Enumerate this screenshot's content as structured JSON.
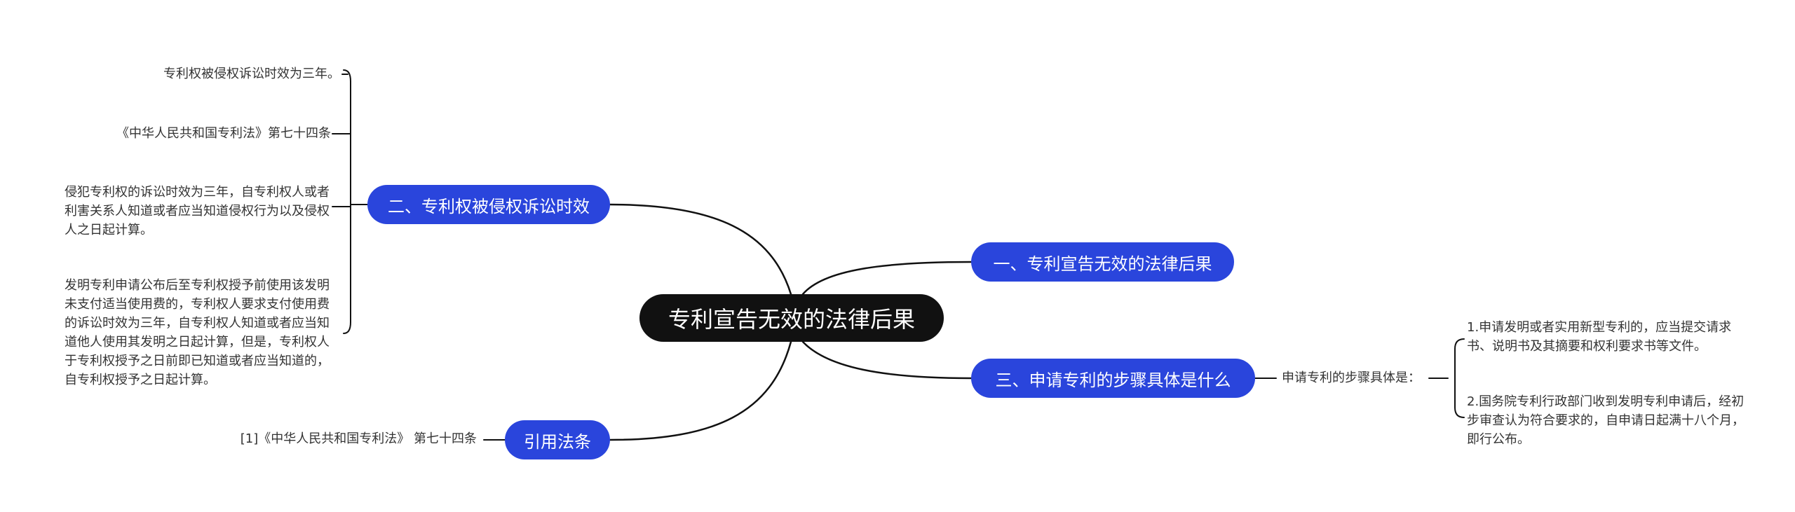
{
  "root": {
    "label": "专利宣告无效的法律后果"
  },
  "branches": {
    "b1": {
      "label": "一、专利宣告无效的法律后果"
    },
    "b2": {
      "label": "二、专利权被侵权诉讼时效",
      "items": [
        "专利权被侵权诉讼时效为三年。",
        "《中华人民共和国专利法》第七十四条",
        "侵犯专利权的诉讼时效为三年，自专利权人或者利害关系人知道或者应当知道侵权行为以及侵权人之日起计算。",
        "发明专利申请公布后至专利权授予前使用该发明未支付适当使用费的，专利权人要求支付使用费的诉讼时效为三年，自专利权人知道或者应当知道他人使用其发明之日起计算，但是，专利权人于专利权授予之日前即已知道或者应当知道的，自专利权授予之日起计算。"
      ]
    },
    "b3": {
      "label": "三、申请专利的步骤具体是什么",
      "sub": "申请专利的步骤具体是：",
      "items": [
        "1.申请发明或者实用新型专利的，应当提交请求书、说明书及其摘要和权利要求书等文件。",
        "2.国务院专利行政部门收到发明专利申请后，经初步审查认为符合要求的，自申请日起满十八个月，即行公布。"
      ]
    },
    "b4": {
      "label": "引用法条",
      "items": [
        "[1]《中华人民共和国专利法》 第七十四条"
      ]
    }
  },
  "colors": {
    "root_bg": "#111111",
    "branch_bg": "#2a45dc",
    "line": "#111111"
  }
}
